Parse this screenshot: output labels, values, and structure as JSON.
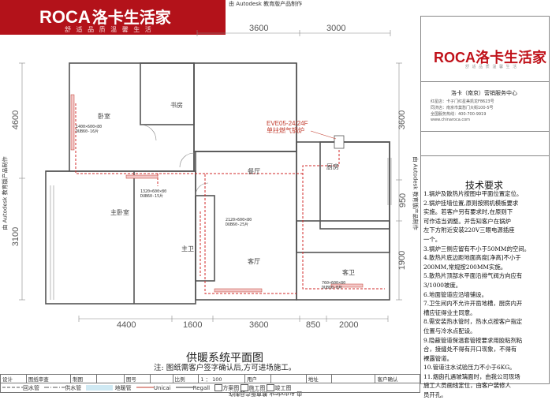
{
  "brand": {
    "logo": "ROCA",
    "logo_cn": "洛卡生活家",
    "tagline": "舒 适 品 质   温 馨 生 活"
  },
  "watermark": "由 Autodesk 教育版产品制作",
  "dimensions": {
    "top": [
      "3600",
      "3000"
    ],
    "bottom": [
      "4400",
      "1600",
      "3600",
      "850",
      "2000"
    ],
    "left": [
      "4600",
      "3100"
    ],
    "right": [
      "3600",
      "950",
      "1900"
    ]
  },
  "rooms": {
    "bedroom": "卧室",
    "study": "书房",
    "master_bedroom": "主卧室",
    "master_bath": "主卫",
    "dining": "餐厅",
    "living": "客厅",
    "kitchen": "厨房",
    "guest_bath": "客卫"
  },
  "radiators": {
    "r1": "1400×600×80\nDUB60-16片",
    "r2": "1320×600×80\nDUB60-15片",
    "r3": "2120×600×80\nDUB60-25片",
    "r4": "760×600×80\nDUB60-8片"
  },
  "boiler": {
    "model": "EVE05-24/24F",
    "name": "单拄燃气锅炉"
  },
  "plan": {
    "title": "供暖系统平面图",
    "note": "注: 图纸需客户签字确认后,方可进场施工。"
  },
  "panel": {
    "logo": "ROCA洛卡生活家",
    "tagline": "舒 适 品 质   温 馨 生 活",
    "service_center": "洛卡（南京）营销服务中心",
    "info": [
      "红星店：卡子门红星美凯龙F8623号",
      "同济店：南京市莫愁门大街100-5号",
      "全国服务热线：400-700-9919",
      "www.chinaroca.com"
    ]
  },
  "requirements": {
    "title": "技术要求",
    "items": [
      "1.锅炉及散热片按图中平面位置定位。",
      "2.锅炉挂墙位置,原则按照机模板要求",
      "实施。若客户另有要求时,在原则下",
      "可作适当调整。并告知客户在锅炉",
      "左下方附近安装220V三眼电源插座",
      "一个。",
      "3.锅炉三侧应留有不小于50MM的空间。",
      "4.散热片底边距地面高度[净高]不小于",
      "200MM,常规按200MM实施。",
      "5.散热片顶部水平面沿排气阀方向应有",
      "3/1000坡度。",
      "6.地面管道应沿墙铺设。",
      "7.卫生间内不允许开凿地槽，厨房内开",
      "槽应征得业主同意。",
      "8.需安装热水管时，热水点按客户指定",
      "位置与冷水点配设。",
      "9.隐蔽管道保温套管按要求用胶粘剂粘",
      "合，接缝处不得有开口现象，不得有",
      "裸露管道。",
      "10.管道注水试验压力不小于6KG。",
      "11.烟囱孔遇玻璃面时，由我公司现场",
      "施工人员画线定位，由客户装修人",
      "员开孔。"
    ]
  },
  "title_block": {
    "row1": [
      "设计",
      "图纸审查",
      "制图",
      "",
      "图号",
      "",
      "比例",
      "1 ： 100",
      "用户",
      "",
      "地址",
      "",
      "客户确认"
    ],
    "legend": [
      {
        "label": "回水管"
      },
      {
        "label": "供水管"
      },
      {
        "label": "地暖管"
      },
      {
        "label": "Unicai"
      },
      {
        "label": "Regall"
      },
      {
        "label": "方案图"
      },
      {
        "label": "施工图"
      },
      {
        "label": "竣工图"
      }
    ]
  }
}
